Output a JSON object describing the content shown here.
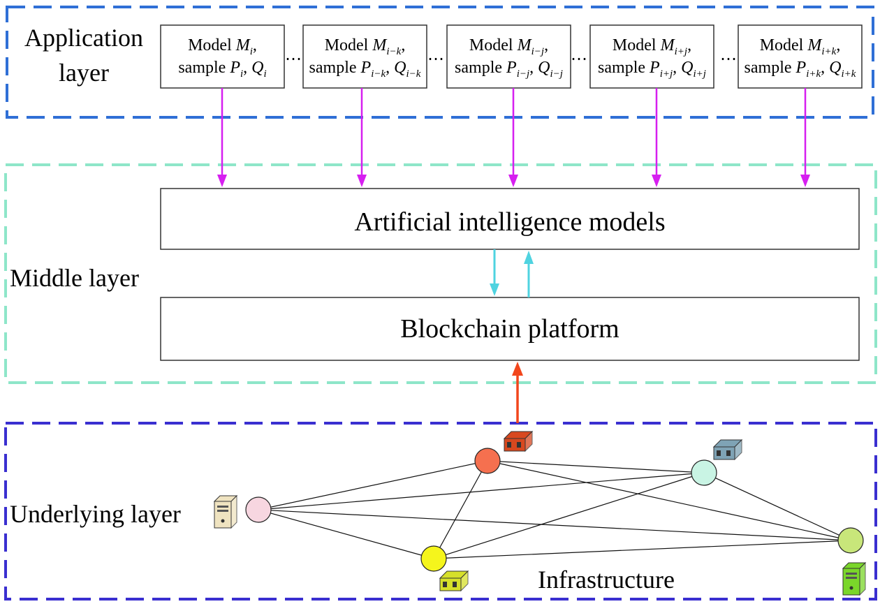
{
  "colors": {
    "application_border": "#2f6fd6",
    "middle_border": "#8ee6c9",
    "underlying_border": "#3a2fd0",
    "magenta_arrow": "#d61ff0",
    "cyan_arrow": "#4fd3e0",
    "orange_arrow": "#f2461c",
    "box_border": "#333333"
  },
  "layers": {
    "application": {
      "label_line1": "Application",
      "label_line2": "layer"
    },
    "middle": {
      "label": "Middle layer"
    },
    "underlying": {
      "label": "Underlying layer",
      "infrastructure": "Infrastructure"
    }
  },
  "models": [
    {
      "line1_prefix": "Model ",
      "m_sub": "i",
      "line2_prefix": "sample ",
      "p_sub": "i",
      "q_sub": "i"
    },
    {
      "line1_prefix": "Model ",
      "m_sub": "i−k",
      "line2_prefix": "sample ",
      "p_sub": "i−k",
      "q_sub": "i−k"
    },
    {
      "line1_prefix": "Model ",
      "m_sub": "i−j",
      "line2_prefix": "sample ",
      "p_sub": "i−j",
      "q_sub": "i−j"
    },
    {
      "line1_prefix": "Model ",
      "m_sub": "i+j",
      "line2_prefix": "sample ",
      "p_sub": "i+j",
      "q_sub": "i+j"
    },
    {
      "line1_prefix": "Model ",
      "m_sub": "i+k",
      "line2_prefix": "sample ",
      "p_sub": "i+k",
      "q_sub": "i+k"
    }
  ],
  "ellipsis": "⋯",
  "boxes": {
    "ai_models": "Artificial intelligence models",
    "blockchain": "Blockchain platform"
  },
  "nodes": [
    {
      "name": "pink",
      "color": "#f7d6e0"
    },
    {
      "name": "orange",
      "color": "#f5704f"
    },
    {
      "name": "mint",
      "color": "#c9f4e4"
    },
    {
      "name": "yellow",
      "color": "#f5f51c"
    },
    {
      "name": "green",
      "color": "#c8e67a"
    }
  ],
  "servers": [
    {
      "name": "beige-server",
      "color": "#efe3c0"
    },
    {
      "name": "red-server",
      "color": "#d8481f"
    },
    {
      "name": "steel-server",
      "color": "#7fa3b5"
    },
    {
      "name": "yellow-server",
      "color": "#d6e02a"
    },
    {
      "name": "green-server",
      "color": "#7ad62a"
    }
  ]
}
